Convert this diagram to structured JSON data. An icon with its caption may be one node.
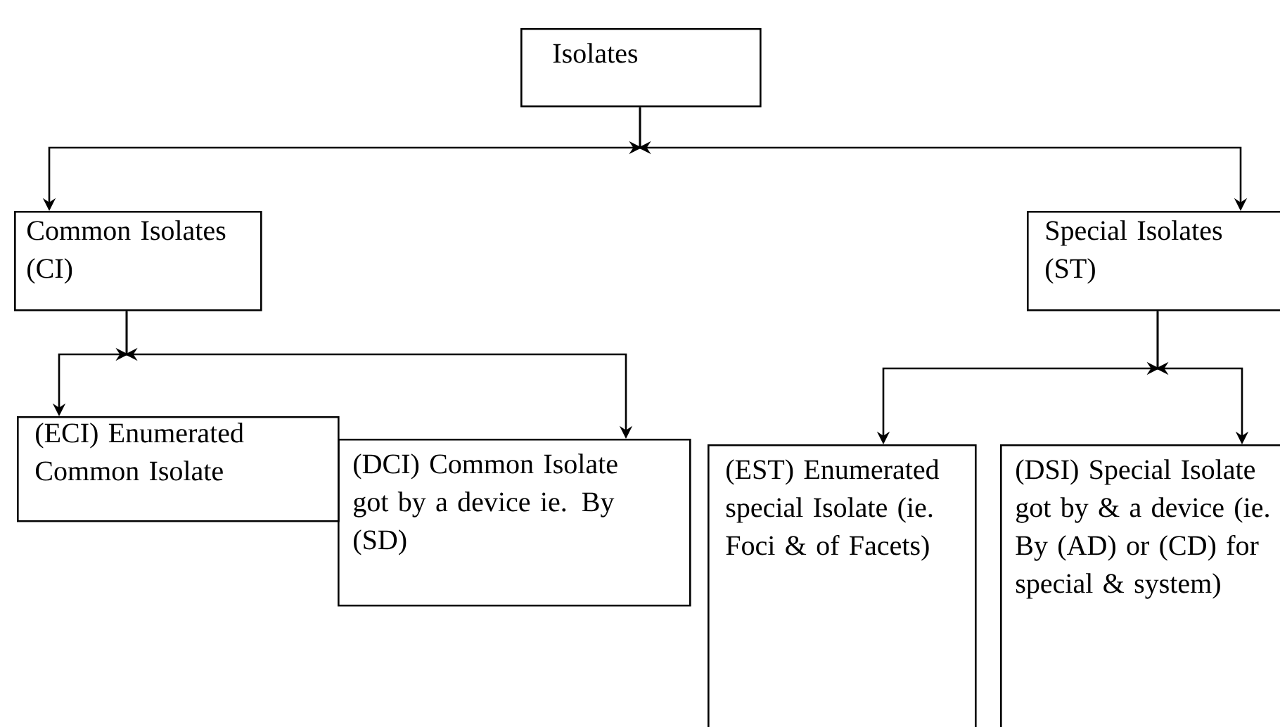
{
  "diagram": {
    "nodes": [
      {
        "text": [
          "Isolates"
        ]
      },
      {
        "text": [
          "Common Isolates (CI)"
        ]
      },
      {
        "text": [
          "Special Isolates (ST)"
        ]
      },
      {
        "text": [
          "(ECI) Enumerated Common Isolate"
        ]
      },
      {
        "text": [
          "(DCI) Common Isolate got by a device ie. By (SD)"
        ]
      },
      {
        "text": [
          "(EST) Enumerated special Isolate (ie. Foci & of Facets)"
        ]
      },
      {
        "text": [
          "(DSI) Special Isolate got by & a device (ie. By (AD) or (CD) for special & system)"
        ]
      }
    ],
    "edges": [
      {
        "from": 0,
        "to": 1,
        "arrow": "to"
      },
      {
        "from": 0,
        "to": 2,
        "arrow": "to"
      },
      {
        "from": 1,
        "to": 3,
        "arrow": "to"
      },
      {
        "from": 1,
        "to": 4,
        "arrow": "to"
      },
      {
        "from": 2,
        "to": 5,
        "arrow": "to"
      },
      {
        "from": 2,
        "to": 6,
        "arrow": "to"
      }
    ]
  }
}
